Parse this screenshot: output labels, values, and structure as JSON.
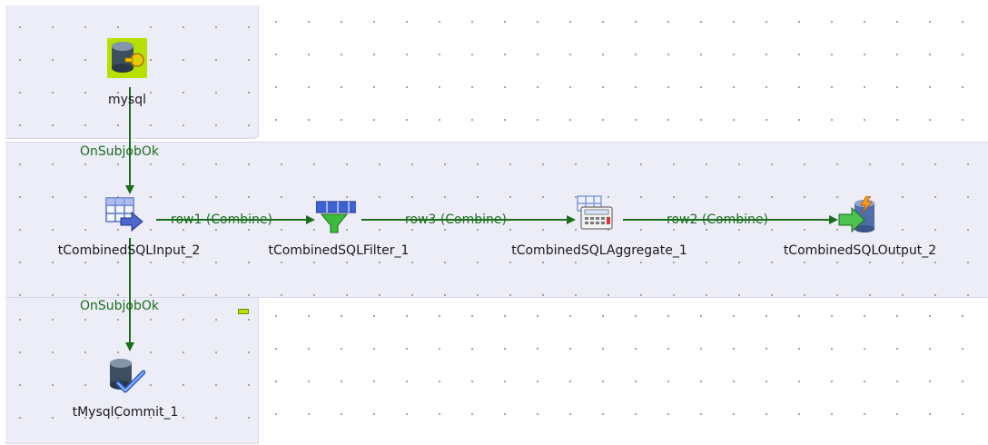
{
  "nodes": {
    "mysql": {
      "label": "mysql",
      "icon": "database-connection-icon"
    },
    "input": {
      "label": "tCombinedSQLInput_2",
      "icon": "table-input-icon"
    },
    "filter": {
      "label": "tCombinedSQLFilter_1",
      "icon": "filter-funnel-icon"
    },
    "aggregate": {
      "label": "tCombinedSQLAggregate_1",
      "icon": "aggregate-calculator-icon"
    },
    "output": {
      "label": "tCombinedSQLOutput_2",
      "icon": "database-output-icon"
    },
    "commit": {
      "label": "tMysqlCommit_1",
      "icon": "database-commit-icon"
    }
  },
  "triggers": {
    "trigger1": "OnSubjobOk",
    "trigger2": "OnSubjobOk"
  },
  "rows": {
    "row1": "row1 (Combine)",
    "row3": "row3 (Combine)",
    "row2": "row2 (Combine)"
  },
  "colors": {
    "link": "#1c6e1c",
    "subjob_background": "#ecedf7",
    "selected_highlight": "#b7e000"
  }
}
